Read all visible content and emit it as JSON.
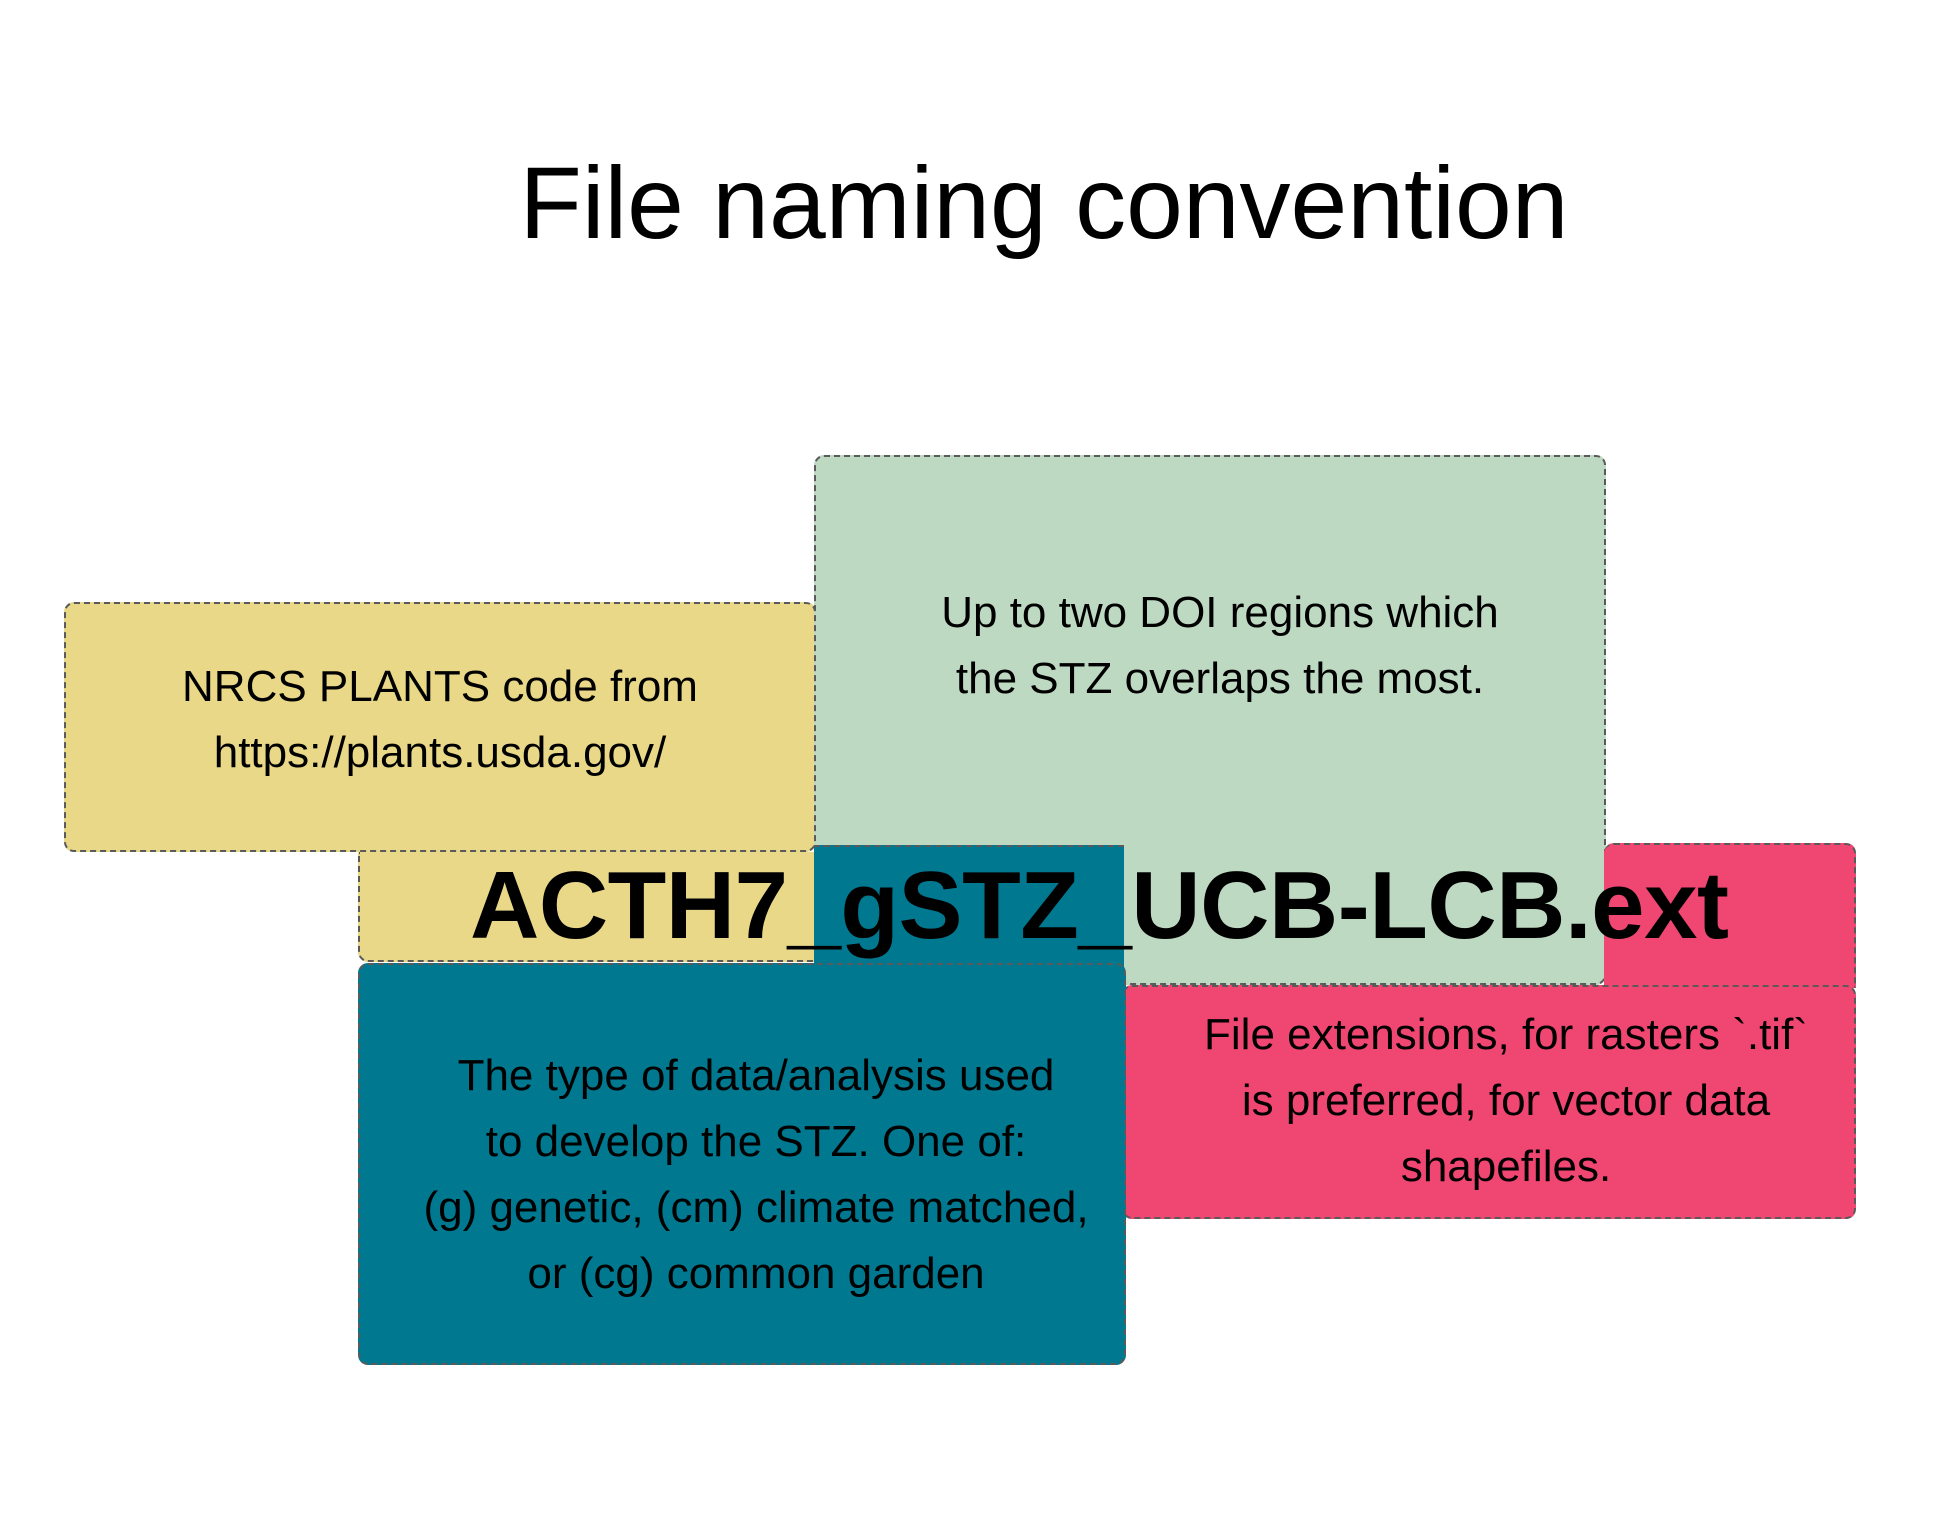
{
  "title": "File naming convention",
  "filename": "ACTH7_gSTZ_UCB-LCB.ext",
  "colors": {
    "plants": "#e8d888",
    "regions": "#bed9c2",
    "datatype": "#007890",
    "extension": "#f04672",
    "border": "#5a5a5a"
  },
  "boxes": {
    "plants": {
      "lines": [
        "NRCS PLANTS code from",
        "https://plants.usda.gov/"
      ]
    },
    "regions": {
      "lines": [
        "Up to two DOI regions which",
        "the STZ overlaps the most."
      ]
    },
    "datatype": {
      "lines": [
        "The type of data/analysis used",
        "to develop the STZ. One of:",
        "(g) genetic, (cm) climate matched,",
        "or (cg) common garden"
      ]
    },
    "extension": {
      "lines": [
        "File extensions, for rasters `.tif`",
        "is preferred, for vector data",
        "shapefiles."
      ]
    }
  }
}
